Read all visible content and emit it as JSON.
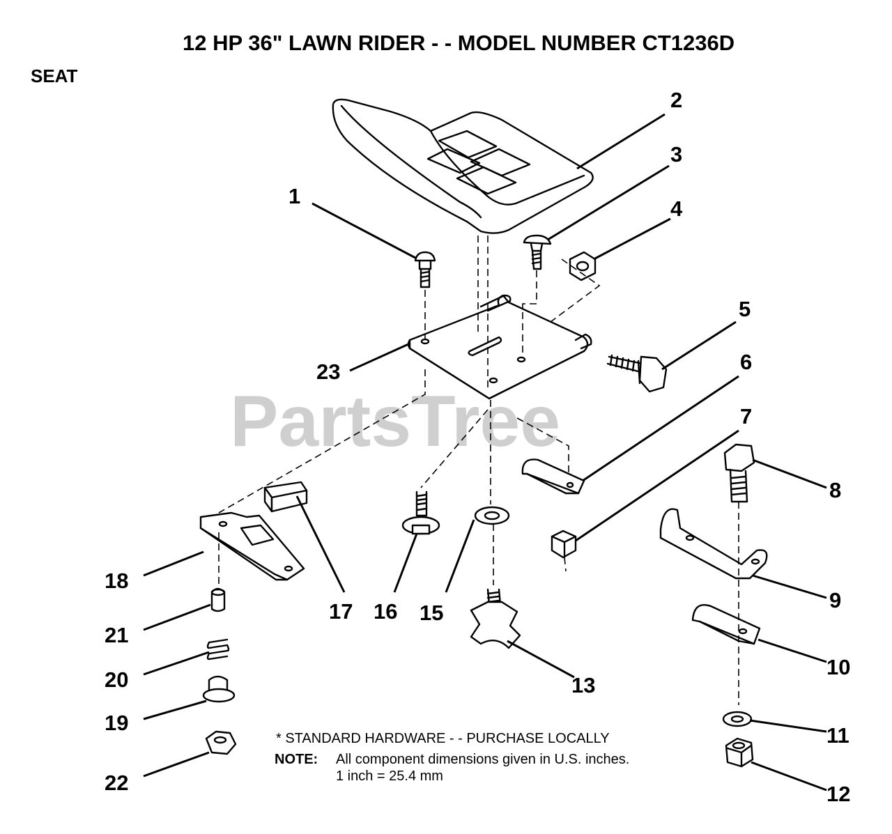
{
  "title": "12 HP 36\" LAWN RIDER - - MODEL NUMBER CT1236D",
  "section": "SEAT",
  "watermark": "PartsTree",
  "footnote": {
    "hardware": "* STANDARD HARDWARE - - PURCHASE LOCALLY",
    "note_label": "NOTE:",
    "note_line1": "All component dimensions given in U.S. inches.",
    "note_line2": "1 inch = 25.4 mm"
  },
  "callouts": [
    {
      "id": "1",
      "label": "1"
    },
    {
      "id": "2",
      "label": "2"
    },
    {
      "id": "3",
      "label": "3"
    },
    {
      "id": "4",
      "label": "4"
    },
    {
      "id": "5",
      "label": "5"
    },
    {
      "id": "6",
      "label": "6"
    },
    {
      "id": "7",
      "label": "7"
    },
    {
      "id": "8",
      "label": "8"
    },
    {
      "id": "9",
      "label": "9"
    },
    {
      "id": "10",
      "label": "10"
    },
    {
      "id": "11",
      "label": "11"
    },
    {
      "id": "12",
      "label": "12"
    },
    {
      "id": "13",
      "label": "13"
    },
    {
      "id": "15",
      "label": "15"
    },
    {
      "id": "16",
      "label": "16"
    },
    {
      "id": "17",
      "label": "17"
    },
    {
      "id": "18",
      "label": "18"
    },
    {
      "id": "19",
      "label": "19"
    },
    {
      "id": "20",
      "label": "20"
    },
    {
      "id": "21",
      "label": "21"
    },
    {
      "id": "22",
      "label": "22"
    },
    {
      "id": "23",
      "label": "23"
    }
  ]
}
